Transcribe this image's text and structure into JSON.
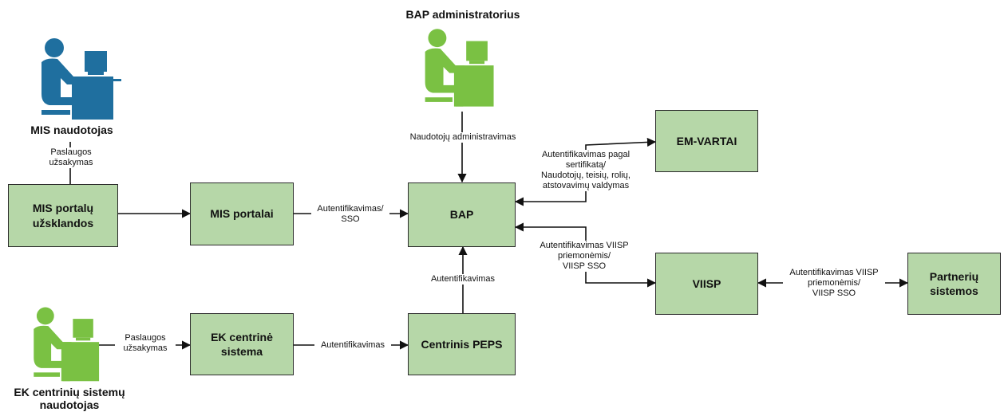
{
  "colors": {
    "box_fill": "#b6d7a8",
    "icon_blue": "#1f6f9f",
    "icon_green": "#7ac143"
  },
  "actors": {
    "mis_user": {
      "label": "MIS naudotojas",
      "icon": "person-at-computer-icon",
      "color": "#1f6f9f"
    },
    "bap_admin": {
      "label": "BAP administratorius",
      "icon": "person-at-computer-icon",
      "color": "#7ac143"
    },
    "ek_user": {
      "label": "EK centrinių sistemų\nnaudotojas",
      "icon": "person-at-computer-icon",
      "color": "#7ac143"
    }
  },
  "boxes": {
    "mis_interceptors": "MIS portalų\nužsklandos",
    "mis_portals": "MIS portalai",
    "bap": "BAP",
    "em_vartai": "EM-VARTAI",
    "viisp": "VIISP",
    "partners": "Partnerių\nsistemos",
    "ek_central": "EK centrinė\nsistema",
    "central_peps": "Centrinis PEPS"
  },
  "edges": {
    "mis_user_order": "Paslaugos\nužsakymas",
    "portals_to_bap": "Autentifikavimas/\nSSO",
    "admin_to_bap": "Naudotojų administravimas",
    "bap_em": "Autentifikavimas pagal\nsertifikatą/\nNaudotojų, teisių, rolių,\natstovavimų valdymas",
    "bap_viisp": "Autentifikavimas VIISP\npriemonėmis/\nVIISP SSO",
    "viisp_partners": "Autentifikavimas VIISP\npriemonėmis/\nVIISP SSO",
    "peps_to_bap": "Autentifikavimas",
    "ek_user_order": "Paslaugos\nužsakymas",
    "ek_to_peps": "Autentifikavimas"
  }
}
